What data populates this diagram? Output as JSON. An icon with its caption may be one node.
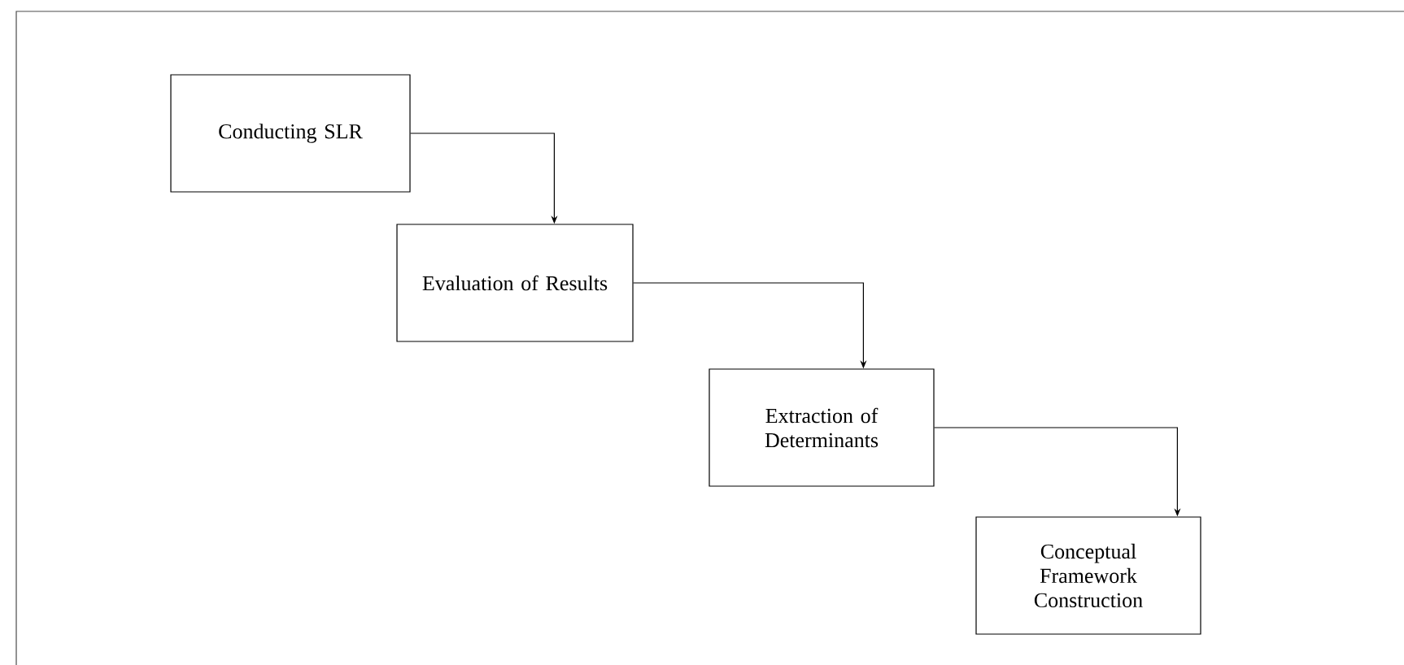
{
  "diagram": {
    "nodes": [
      {
        "text": [
          "Conducting SLR"
        ]
      },
      {
        "text": [
          "Evaluation of Results"
        ]
      },
      {
        "text": [
          "Extraction of Determinants"
        ]
      },
      {
        "text": [
          "Conceptual Framework Construction"
        ]
      }
    ],
    "edges": [
      {
        "from": 0,
        "to": 1,
        "arrow": "to"
      },
      {
        "from": 1,
        "to": 2,
        "arrow": "to"
      },
      {
        "from": 2,
        "to": 3,
        "arrow": "to"
      }
    ]
  }
}
